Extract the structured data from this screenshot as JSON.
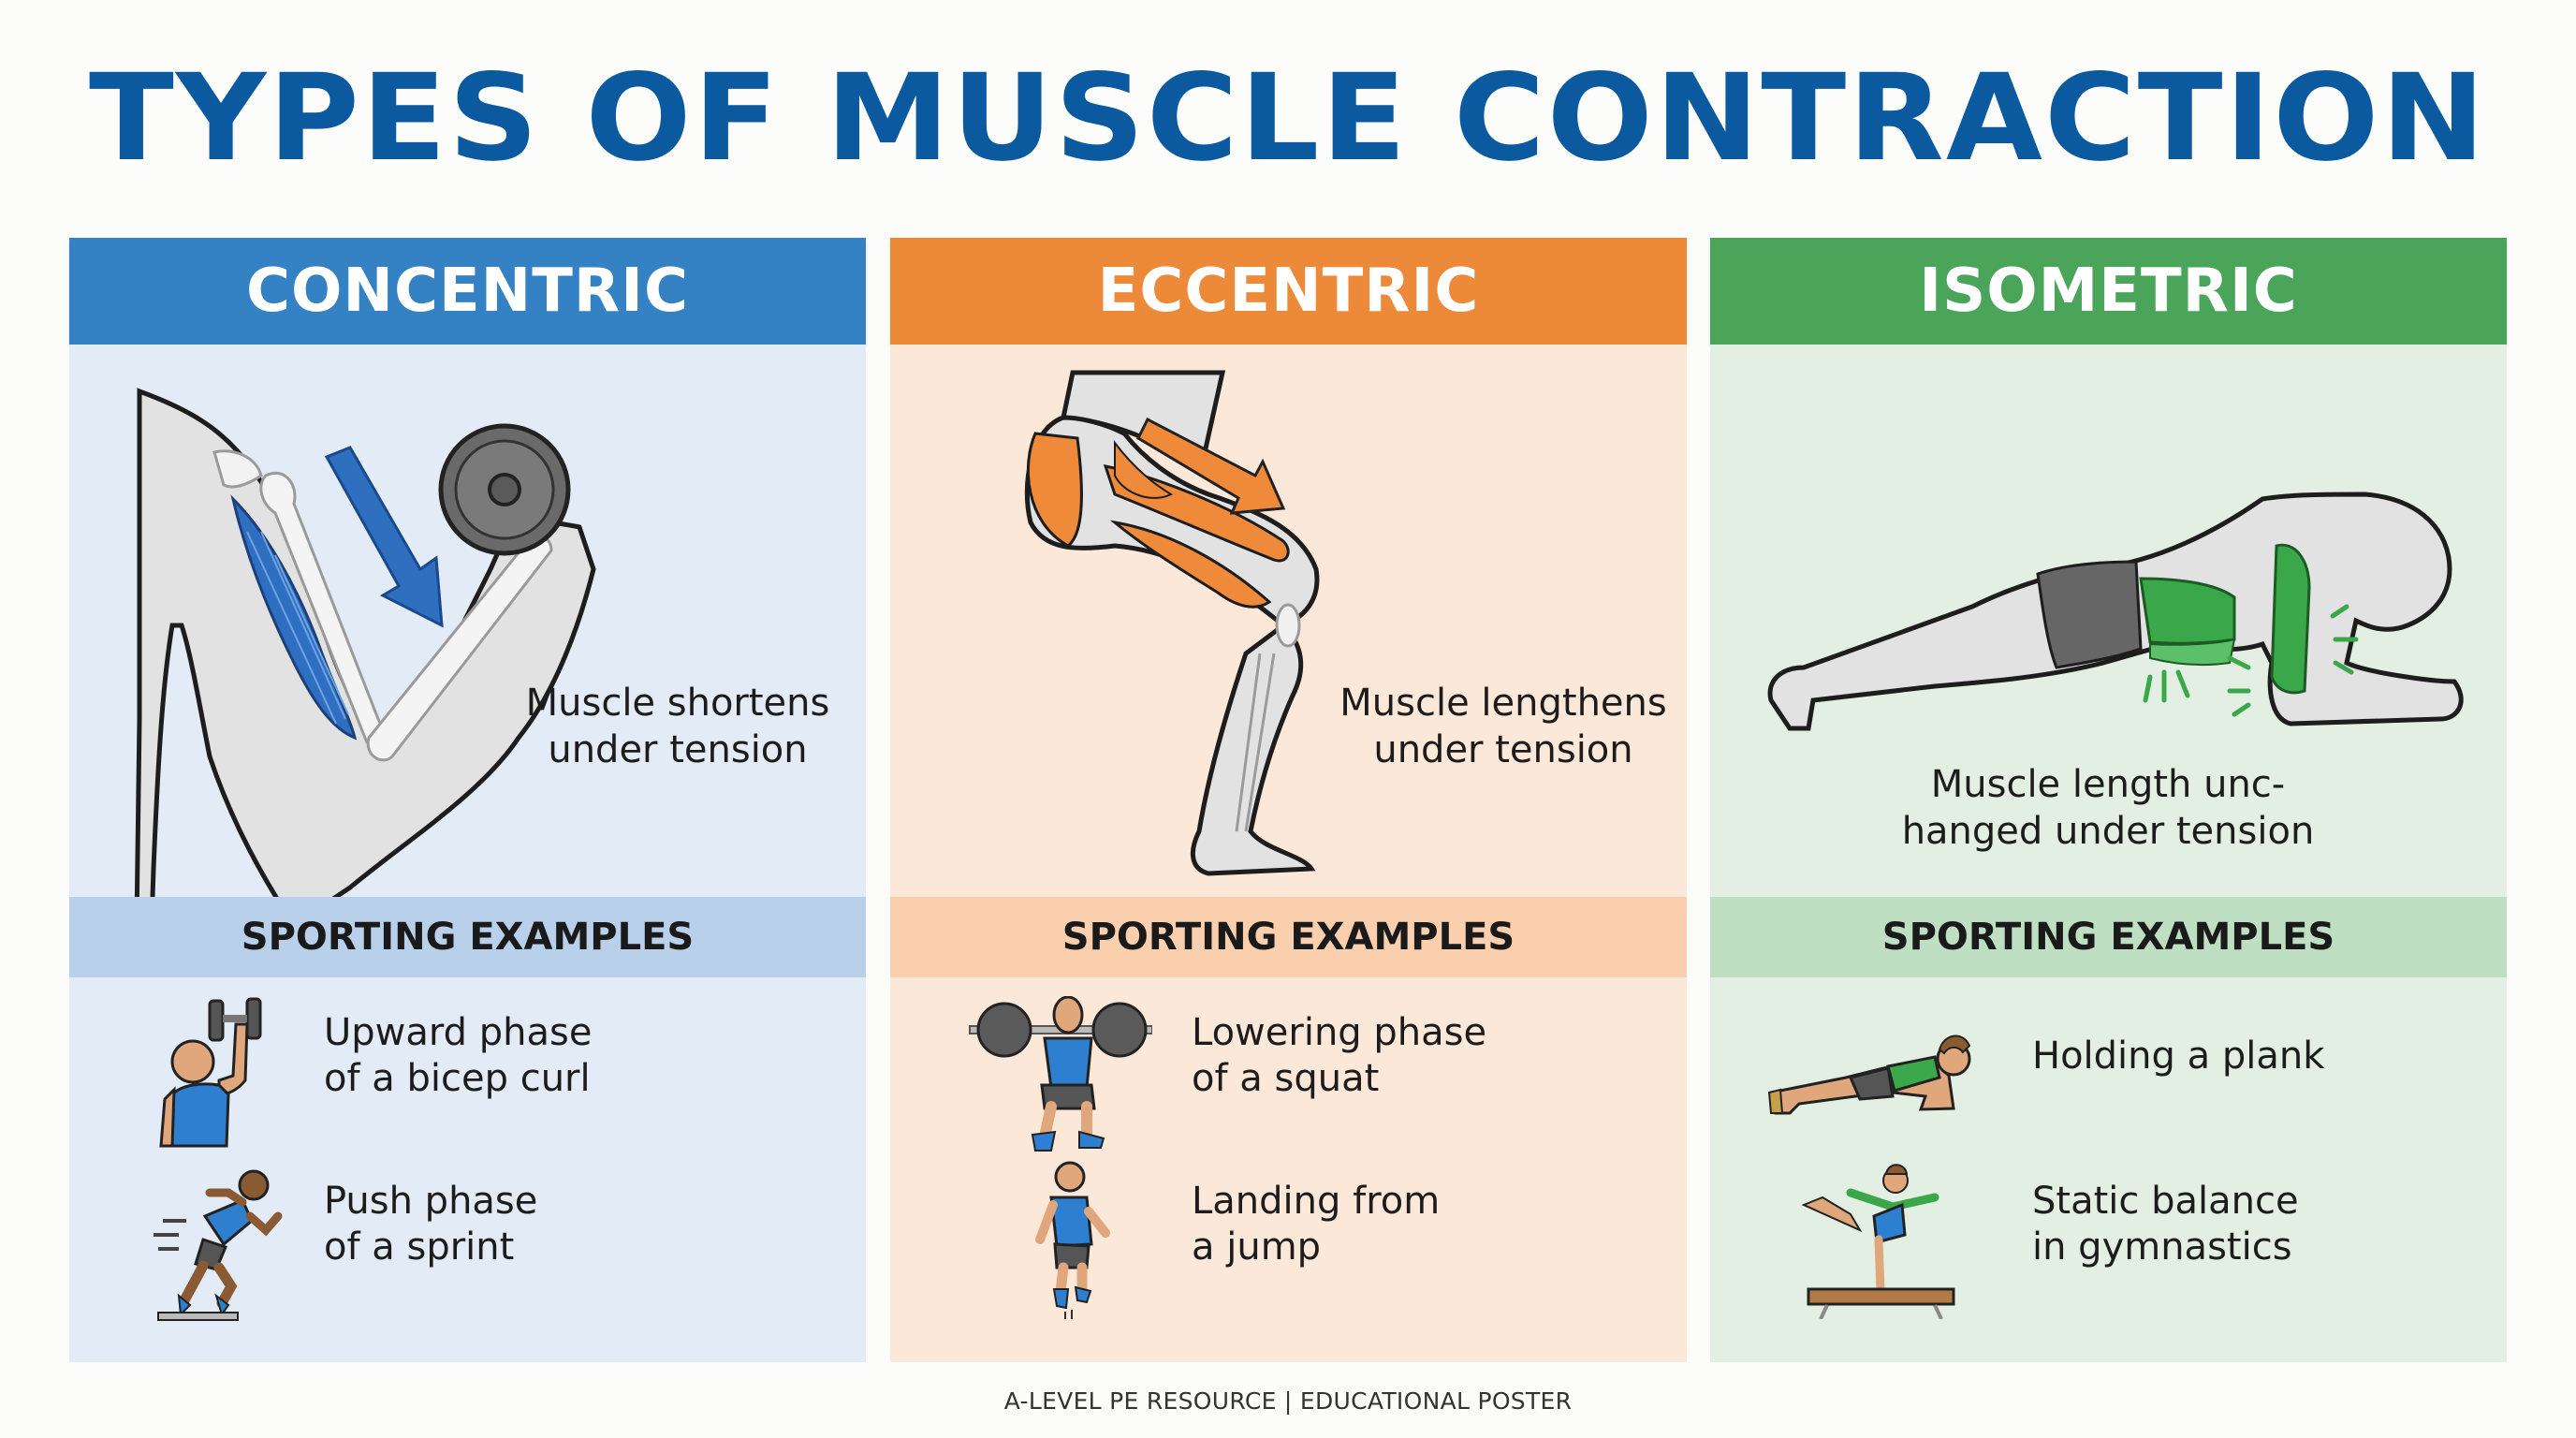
{
  "title": "TYPES OF MUSCLE CONTRACTION",
  "colors": {
    "title": "#0b5aa0",
    "concentric": {
      "header": "#3482c4",
      "body": "#e2ebf6",
      "band": "#b9d0ea"
    },
    "eccentric": {
      "header": "#ec8a3a",
      "body": "#fce8d9",
      "band": "#f9cfad"
    },
    "isometric": {
      "header": "#4aa55a",
      "body": "#e2efe2",
      "band": "#bfdfc2"
    }
  },
  "panels": [
    {
      "id": "concentric",
      "heading": "CONCENTRIC",
      "illustration": "bicep-curl-arm-diagram",
      "caption_lines": [
        "Muscle shortens",
        "under tension"
      ],
      "examples_heading": "SPORTING EXAMPLES",
      "examples": [
        {
          "icon": "dumbbell-curl-icon",
          "lines": [
            "Upward phase",
            "of a bicep curl"
          ]
        },
        {
          "icon": "sprinter-icon",
          "lines": [
            "Push phase",
            "of a sprint"
          ]
        }
      ]
    },
    {
      "id": "eccentric",
      "heading": "ECCENTRIC",
      "illustration": "squat-leg-diagram",
      "caption_lines": [
        "Muscle lengthens",
        "under tension"
      ],
      "examples_heading": "SPORTING EXAMPLES",
      "examples": [
        {
          "icon": "barbell-squat-icon",
          "lines": [
            "Lowering phase",
            "of a squat"
          ]
        },
        {
          "icon": "jump-landing-icon",
          "lines": [
            "Landing from",
            "a jump"
          ]
        }
      ]
    },
    {
      "id": "isometric",
      "heading": "ISOMETRIC",
      "illustration": "plank-body-diagram",
      "caption_lines": [
        "Muscle length unc-",
        "hanged under tension"
      ],
      "examples_heading": "SPORTING EXAMPLES",
      "examples": [
        {
          "icon": "plank-icon",
          "lines": [
            "Holding a plank"
          ]
        },
        {
          "icon": "balance-beam-icon",
          "lines": [
            "Static balance",
            "in gymnastics"
          ]
        }
      ]
    }
  ],
  "footer": "A-LEVEL PE RESOURCE | EDUCATIONAL POSTER"
}
